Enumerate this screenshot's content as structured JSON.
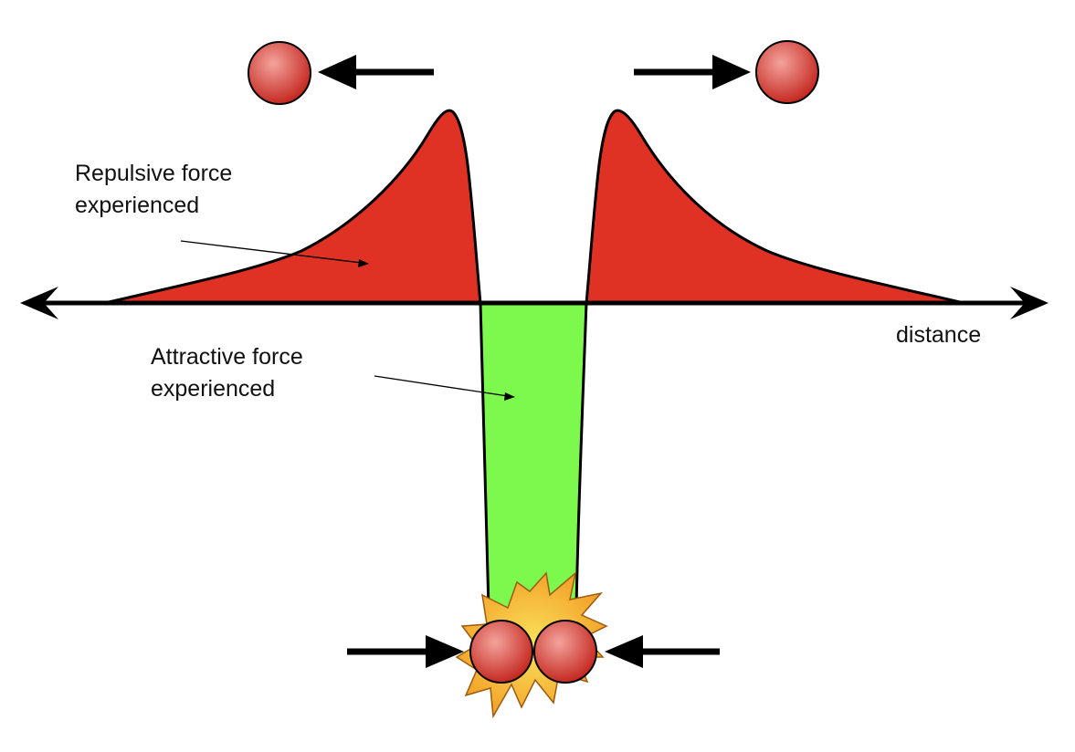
{
  "labels": {
    "repulsive_line1": "Repulsive force",
    "repulsive_line2": "experienced",
    "attractive_line1": "Attractive force",
    "attractive_line2": "experienced",
    "axis": "distance"
  },
  "colors": {
    "repulsive_fill": "#e03224",
    "attractive_fill": "#7df84c",
    "particle_center": "#f3a39c",
    "particle_edge": "#c52a22",
    "burst_outer": "#f2a028",
    "burst_inner": "#fbe25c",
    "outline": "#000000"
  },
  "icons": {
    "particle": "red-sphere",
    "collision": "starburst"
  }
}
